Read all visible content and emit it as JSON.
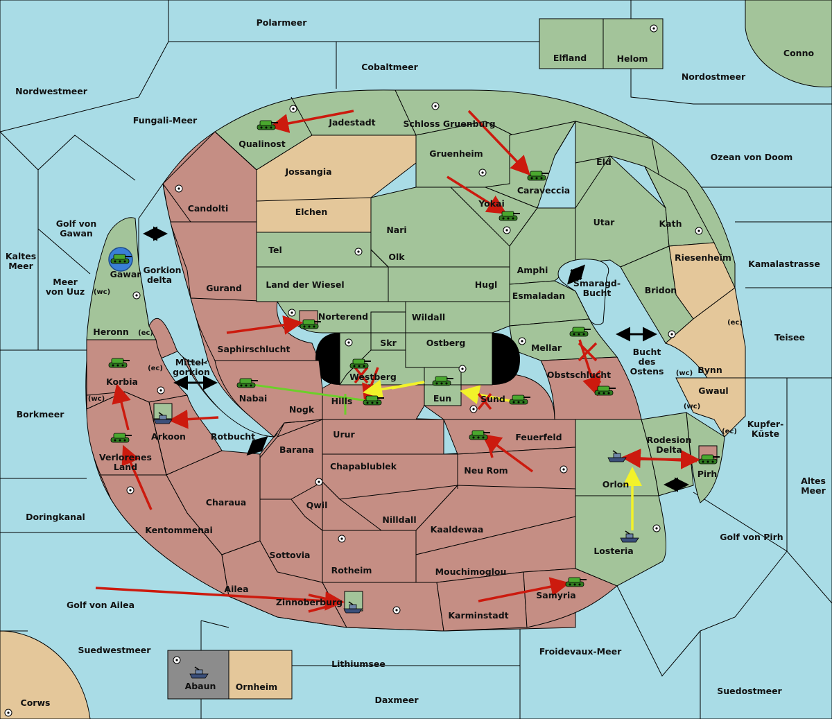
{
  "colors": {
    "sea": "#a9dce6",
    "player_green": "#a3c49a",
    "player_red": "#c58e84",
    "neutral_tan": "#e4c79a",
    "impassable": "#000000",
    "move_order": "#cc1a0e",
    "support_order": "#f2f22a",
    "convoy_order": "#6ccf2a"
  },
  "regions": {
    "polarmeer": "Polarmeer",
    "cobaltmeer": "Cobaltmeer",
    "nordwestmeer": "Nordwestmeer",
    "fungali_meer": "Fungali-Meer",
    "elfland": "Elfland",
    "helom": "Helom",
    "conno": "Conno",
    "nordostmeer": "Nordostmeer",
    "qualinost": "Qualinost",
    "jadestadt": "Jadestadt",
    "schloss_gruenburg": "Schloss Gruenburg",
    "gruenheim": "Gruenheim",
    "caraveccia": "Caraveccia",
    "eld": "Eld",
    "ozean_von_doom": "Ozean von Doom",
    "jossangia": "Jossangia",
    "candolti": "Candolti",
    "elchen": "Elchen",
    "nari": "Nari",
    "yokai": "Yokai",
    "utar": "Utar",
    "kath": "Kath",
    "golf_von_gawan": "Golf von\nGawan",
    "kaltes_meer": "Kaltes\nMeer",
    "meer_von_uuz": "Meer\nvon Uuz",
    "gawar": "Gawar",
    "wc": "(wc)",
    "ec": "(ec)",
    "gorkion_delta": "Gorkion\ndelta",
    "tel": "Tel",
    "olk": "Olk",
    "amphi": "Amphi",
    "riesenheim": "Riesenheim",
    "kamalastrasse": "Kamalastrasse",
    "gurand": "Gurand",
    "land_der_wiesel": "Land der Wiesel",
    "hugl": "Hugl",
    "esmaladan": "Esmaladan",
    "smaragd_bucht": "Smaragd-\nBucht",
    "bridon": "Bridon",
    "heronn": "Heronn",
    "norterend": "Norterend",
    "wildall": "Wildall",
    "skr": "Skr",
    "ostberg": "Ostberg",
    "mellar": "Mellar",
    "teisee": "Teisee",
    "saphirschlucht": "Saphirschlucht",
    "bucht_des_ostens": "Bucht\ndes\nOstens",
    "bynn": "Bynn",
    "korbia": "Korbia",
    "mittelgorkion": "Mittel-\ngorkion",
    "westberg": "Westberg",
    "obstschlucht": "Obstschlucht",
    "nabai": "Nabai",
    "hills": "Hills",
    "eun": "Eun",
    "sund": "Sund",
    "gwaul": "Gwaul",
    "borkmeer": "Borkmeer",
    "nogk": "Nogk",
    "kupfer_kueste": "Kupfer-\nKüste",
    "arkoon": "Arkoon",
    "rotbucht": "Rotbucht",
    "urur": "Urur",
    "feuerfeld": "Feuerfeld",
    "rodesion_delta": "Rodesion\nDelta",
    "verlorenes_land": "Verlorenes\nLand",
    "barana": "Barana",
    "chapablublek": "Chapablublek",
    "neu_rom": "Neu Rom",
    "pirh": "Pirh",
    "orlon": "Orlon",
    "altes_meer": "Altes\nMeer",
    "charaua": "Charaua",
    "qwil": "Qwil",
    "nilldall": "Nilldall",
    "doringkanal": "Doringkanal",
    "kentommenai": "Kentommenai",
    "kaaldewaa": "Kaaldewaa",
    "golf_von_pirh": "Golf von Pirh",
    "losteria": "Losteria",
    "sottovia": "Sottovia",
    "rotheim": "Rotheim",
    "mouchimoglou": "Mouchimoglou",
    "ailea": "Ailea",
    "samyria": "Samyria",
    "golf_von_ailea": "Golf von Ailea",
    "zinnoberburg": "Zinnoberburg",
    "karminstadt": "Karminstadt",
    "suedwestmeer": "Suedwestmeer",
    "froidevaux_meer": "Froidevaux-Meer",
    "abaun": "Abaun",
    "ornheim": "Ornheim",
    "lithiumsee": "Lithiumsee",
    "suedostmeer": "Suedostmeer",
    "corws": "Corws",
    "daxmeer": "Daxmeer"
  },
  "units": [
    {
      "type": "army",
      "owner": "green",
      "region": "Qualinost"
    },
    {
      "type": "army",
      "owner": "green",
      "region": "Caraveccia"
    },
    {
      "type": "army",
      "owner": "green",
      "region": "Yokai"
    },
    {
      "type": "army",
      "owner": "green",
      "region": "Gawar"
    },
    {
      "type": "army",
      "owner": "green",
      "region": "Norterend"
    },
    {
      "type": "army",
      "owner": "green",
      "region": "Westberg"
    },
    {
      "type": "army",
      "owner": "green",
      "region": "Hills"
    },
    {
      "type": "army",
      "owner": "green",
      "region": "Eun"
    },
    {
      "type": "army",
      "owner": "green",
      "region": "Sund"
    },
    {
      "type": "army",
      "owner": "green",
      "region": "Mellar"
    },
    {
      "type": "army",
      "owner": "green",
      "region": "Obstschlucht"
    },
    {
      "type": "army",
      "owner": "green",
      "region": "Korbia"
    },
    {
      "type": "army",
      "owner": "green",
      "region": "Nabai"
    },
    {
      "type": "army",
      "owner": "green",
      "region": "Verlorenes Land"
    },
    {
      "type": "army",
      "owner": "green",
      "region": "Feuerfeld"
    },
    {
      "type": "army",
      "owner": "green",
      "region": "Pirh"
    },
    {
      "type": "army",
      "owner": "green",
      "region": "Samyria"
    },
    {
      "type": "fleet",
      "owner": "blue",
      "region": "Arkoon"
    },
    {
      "type": "fleet",
      "owner": "blue",
      "region": "Orlon"
    },
    {
      "type": "fleet",
      "owner": "blue",
      "region": "Losteria"
    },
    {
      "type": "fleet",
      "owner": "blue",
      "region": "Zinnoberburg"
    },
    {
      "type": "fleet",
      "owner": "blue",
      "region": "Abaun"
    }
  ]
}
